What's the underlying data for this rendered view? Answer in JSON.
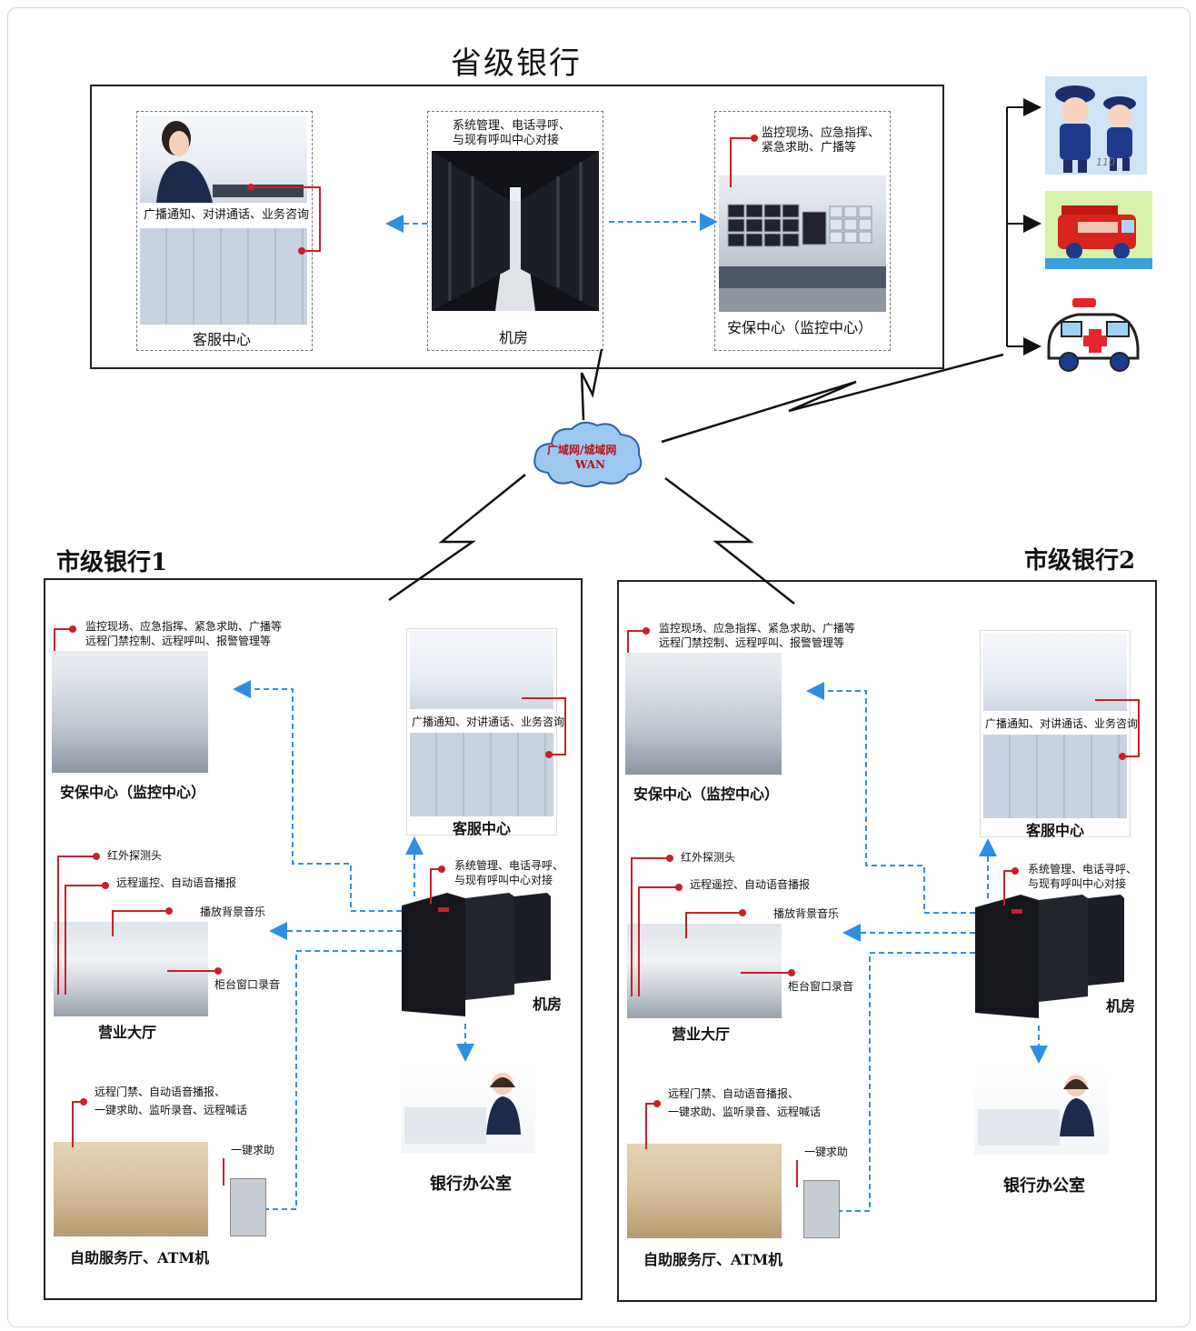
{
  "provincial": {
    "title": "省级银行",
    "customer_service": {
      "note": "广播通知、对讲通话、业务咨询",
      "label": "客服中心"
    },
    "machine_room": {
      "note_line1": "系统管理、电话寻呼、",
      "note_line2": "与现有呼叫中心对接",
      "label": "机房"
    },
    "security": {
      "note_line1": "监控现场、应急指挥、",
      "note_line2": "紧急求助、广播等",
      "label": "安保中心（监控中心）"
    }
  },
  "emergency": {
    "police_badge": "110"
  },
  "network": {
    "line1": "广域网/城域网",
    "line2": "WAN"
  },
  "city1": {
    "title": "市级银行1",
    "security": {
      "note_line1": "监控现场、应急指挥、紧急求助、广播等",
      "note_line2": "远程门禁控制、远程呼叫、报警管理等",
      "label": "安保中心（监控中心）"
    },
    "customer_service": {
      "note": "广播通知、对讲通话、业务咨询",
      "label": "客服中心"
    },
    "machine_room": {
      "note_line1": "系统管理、电话寻呼、",
      "note_line2": "与现有呼叫中心对接",
      "label": "机房"
    },
    "hall": {
      "infrared": "红外探测头",
      "remote": "远程遥控、自动语音播报",
      "music": "播放背景音乐",
      "counter": "柜台窗口录音",
      "label": "营业大厅"
    },
    "self_service": {
      "note_line1": "远程门禁、自动语音播报、",
      "note_line2": "一键求助、监听录音、远程喊话",
      "help": "一键求助",
      "label": "自助服务厅、ATM机"
    },
    "office": {
      "label": "银行办公室"
    }
  },
  "city2": {
    "title": "市级银行2",
    "security": {
      "note_line1": "监控现场、应急指挥、紧急求助、广播等",
      "note_line2": "远程门禁控制、远程呼叫、报警管理等",
      "label": "安保中心（监控中心）"
    },
    "customer_service": {
      "note": "广播通知、对讲通话、业务咨询",
      "label": "客服中心"
    },
    "machine_room": {
      "note_line1": "系统管理、电话寻呼、",
      "note_line2": "与现有呼叫中心对接",
      "label": "机房"
    },
    "hall": {
      "infrared": "红外探测头",
      "remote": "远程遥控、自动语音播报",
      "music": "播放背景音乐",
      "counter": "柜台窗口录音",
      "label": "营业大厅"
    },
    "self_service": {
      "note_line1": "远程门禁、自动语音播报、",
      "note_line2": "一键求助、监听录音、远程喊话",
      "help": "一键求助",
      "label": "自助服务厅、ATM机"
    },
    "office": {
      "label": "银行办公室"
    }
  },
  "colors": {
    "link_blue": "#2f8de4",
    "callout_red": "#c8202a",
    "cloud": "#9cc7ef"
  }
}
